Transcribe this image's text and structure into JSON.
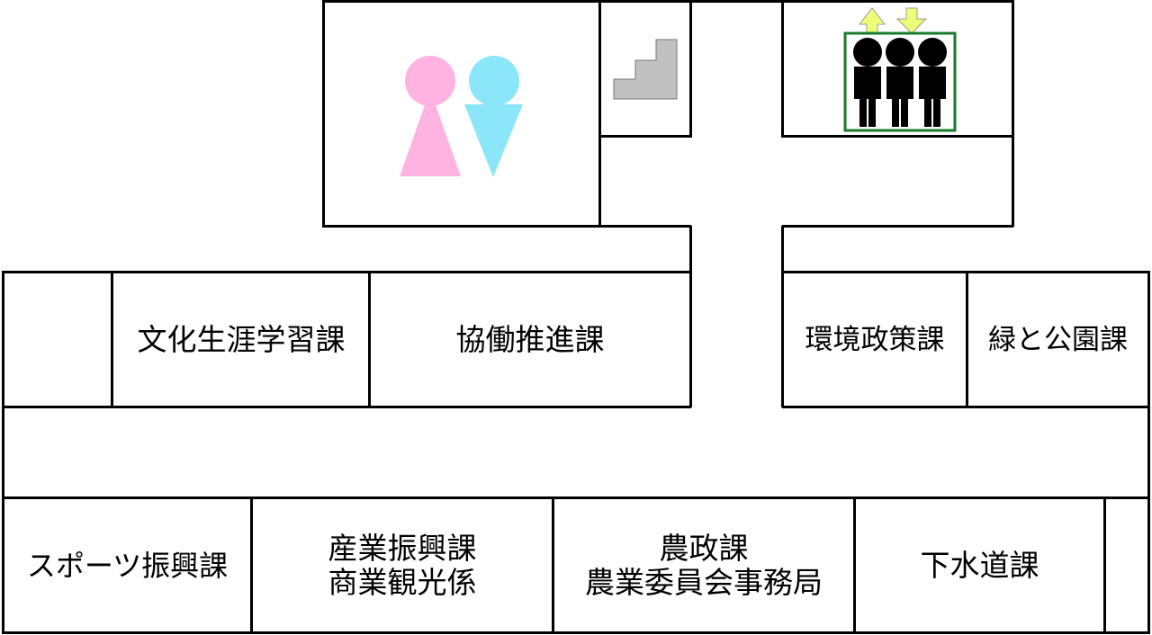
{
  "map": {
    "rooms_upper": [
      {
        "name": "文化生涯学習課"
      },
      {
        "name": "協働推進課"
      },
      {
        "name": "環境政策課"
      },
      {
        "name": "緑と公園課"
      }
    ],
    "rooms_lower": [
      {
        "line1": "スポーツ振興課"
      },
      {
        "line1": "産業振興課",
        "line2": "商業観光係"
      },
      {
        "line1": "農政課",
        "line2": "農業委員会事務局"
      },
      {
        "line1": "下水道課"
      }
    ],
    "icons": {
      "restroom": "restroom-icon",
      "stairs": "stairs-icon",
      "elevator": "elevator-icon"
    },
    "colors": {
      "female": "#ffb3e1",
      "male": "#8ae6f8",
      "stairs": "#c0c0c0",
      "elevator_frame": "#1a7a2a",
      "elevator_arrow": "#eeff77"
    }
  }
}
